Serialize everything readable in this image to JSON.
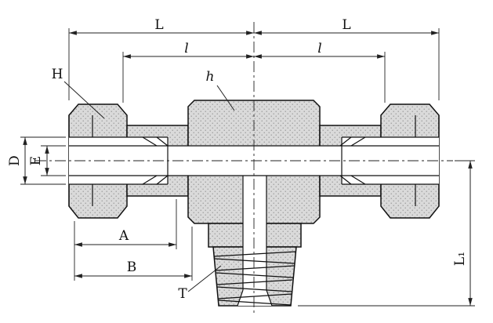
{
  "drawing": {
    "labels": {
      "L_left": "L",
      "L_right": "L",
      "l_left": "l",
      "l_right": "l",
      "H": "H",
      "h": "h",
      "D": "D",
      "E": "E",
      "A": "A",
      "B": "B",
      "T": "T",
      "L1": "L₁"
    },
    "colors": {
      "background": "#ffffff",
      "line": "#111111",
      "dimension_line": "#222222",
      "metal_fill": "#dadada",
      "stipple_dot": "#8f8f8f"
    }
  }
}
